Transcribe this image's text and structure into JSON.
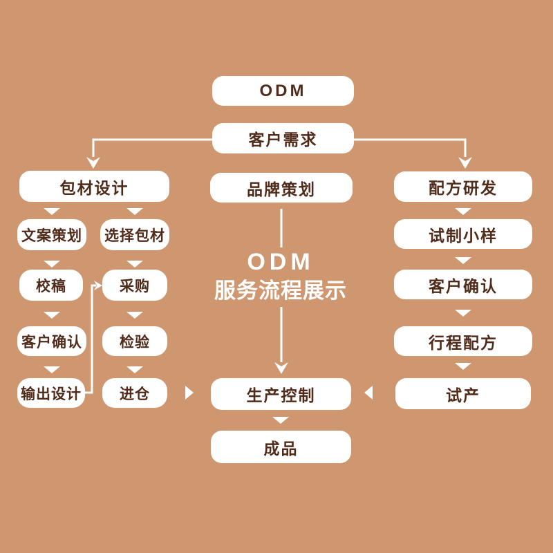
{
  "palette": {
    "background": "#cf9770",
    "box_fill": "#ffffff",
    "text_color": "#512b1a",
    "connector_color": "#ffffff"
  },
  "center_title": {
    "line1": "ODM",
    "line2": "服务流程展示"
  },
  "nodes": {
    "odm": "ODM",
    "customer_needs": "客户需求",
    "packaging_design": "包材设计",
    "copy_planning": "文案策划",
    "proofread": "校稿",
    "client_confirm_design": "客户确认",
    "output_design": "输出设计",
    "select_packaging": "选择包材",
    "purchase": "采购",
    "inspect": "检验",
    "warehouse": "进仓",
    "brand_planning": "品牌策划",
    "production_control": "生产控制",
    "finished_product": "成品",
    "formula_rd": "配方研发",
    "sample_trial": "试制小样",
    "client_confirm_formula": "客户确认",
    "process_formula": "行程配方",
    "trial_production": "试产"
  }
}
